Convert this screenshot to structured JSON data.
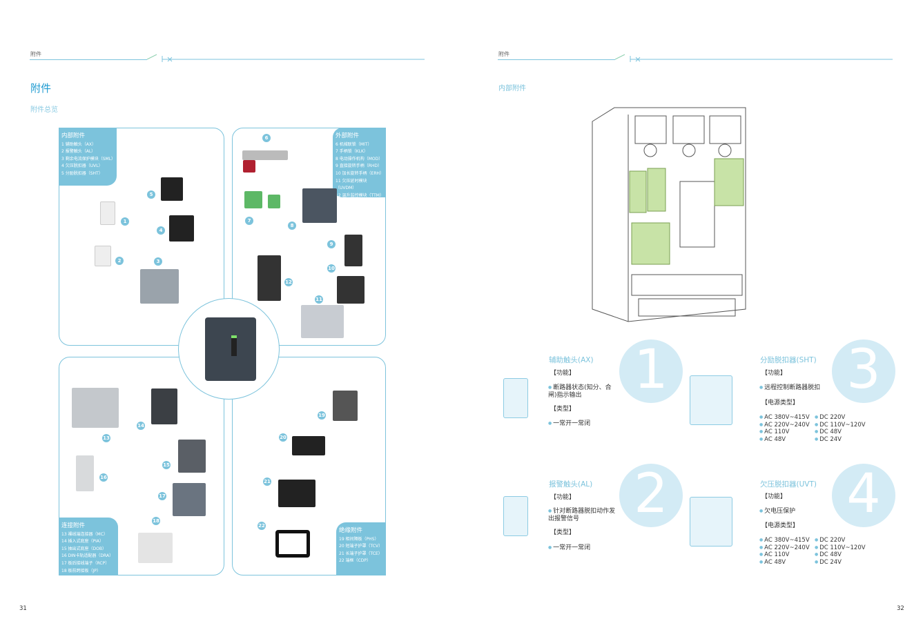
{
  "left_page": {
    "header": "附件",
    "title": "附件",
    "subtitle": "附件总览",
    "page_number": "31",
    "internal": {
      "heading": "内部附件",
      "items": [
        "1 辅助触头（AX）",
        "2 报警触头（AL）",
        "3 剩余电流保护模块（SML）",
        "4 欠压脱扣器（UVL）",
        "5 分励脱扣器（SHT）"
      ]
    },
    "external": {
      "heading": "外部附件",
      "items": [
        "6 机械联锁（MIT）",
        "7 手柄锁（KLK）",
        "8 电动操作机构（MOD）",
        "9 直接旋转手柄（RHD）",
        "10 加长旋转手柄（ERH）",
        "11 欠压延时模块（UVDM）",
        "12 温升监控模块（TTM）"
      ]
    },
    "connection": {
      "heading": "连接附件",
      "items": [
        "13 裸线端连接器（MC）",
        "14 插入式底座（PIA）",
        "15 抽出式底座（DOB）",
        "16 DIN卡轨适配器（DRA）",
        "17 板后接线端子（RCP）",
        "18 板前跨接板（JP）"
      ]
    },
    "insulation": {
      "heading": "绝缘附件",
      "items": [
        "19 相间隔板（PHS）",
        "20 短端子护罩（TCV）",
        "21 长端子护罩（TCE）",
        "22 端框（CDP）"
      ]
    },
    "badges": [
      "1",
      "2",
      "3",
      "4",
      "5",
      "6",
      "7",
      "8",
      "9",
      "10",
      "11",
      "12",
      "13",
      "14",
      "15",
      "16",
      "17",
      "18",
      "19",
      "20",
      "21",
      "22"
    ]
  },
  "right_page": {
    "header": "附件",
    "subtitle": "内部附件",
    "page_number": "32",
    "sections": [
      {
        "num": "1",
        "title": "辅助触头(AX)",
        "func_label": "【功能】",
        "func": "断路器状态(知分、合闸)指示输出",
        "type_label": "【类型】",
        "type": "一常开一常闭"
      },
      {
        "num": "2",
        "title": "报警触头(AL)",
        "func_label": "【功能】",
        "func": "针对断路器脱扣动作发出报警信号",
        "type_label": "【类型】",
        "type": "一常开一常闭"
      },
      {
        "num": "3",
        "title": "分励脱扣器(SHT)",
        "func_label": "【功能】",
        "func": "远程控制断路器脱扣",
        "power_label": "【电源类型】",
        "voltages": [
          "AC 380V~415V",
          "DC 220V",
          "AC 220V~240V",
          "DC 110V~120V",
          "AC 110V",
          "DC 48V",
          "AC 48V",
          "DC 24V"
        ]
      },
      {
        "num": "4",
        "title": "欠压脱扣器(UVT)",
        "func_label": "【功能】",
        "func": "欠电压保护",
        "power_label": "【电源类型】",
        "voltages": [
          "AC 380V~415V",
          "DC 220V",
          "AC 220V~240V",
          "DC 110V~120V",
          "AC 110V",
          "DC 48V",
          "AC 48V",
          "DC 24V"
        ]
      }
    ]
  },
  "colors": {
    "accent": "#7cc3dc",
    "title": "#1f9bd1",
    "highlight": "#b5d98a"
  }
}
